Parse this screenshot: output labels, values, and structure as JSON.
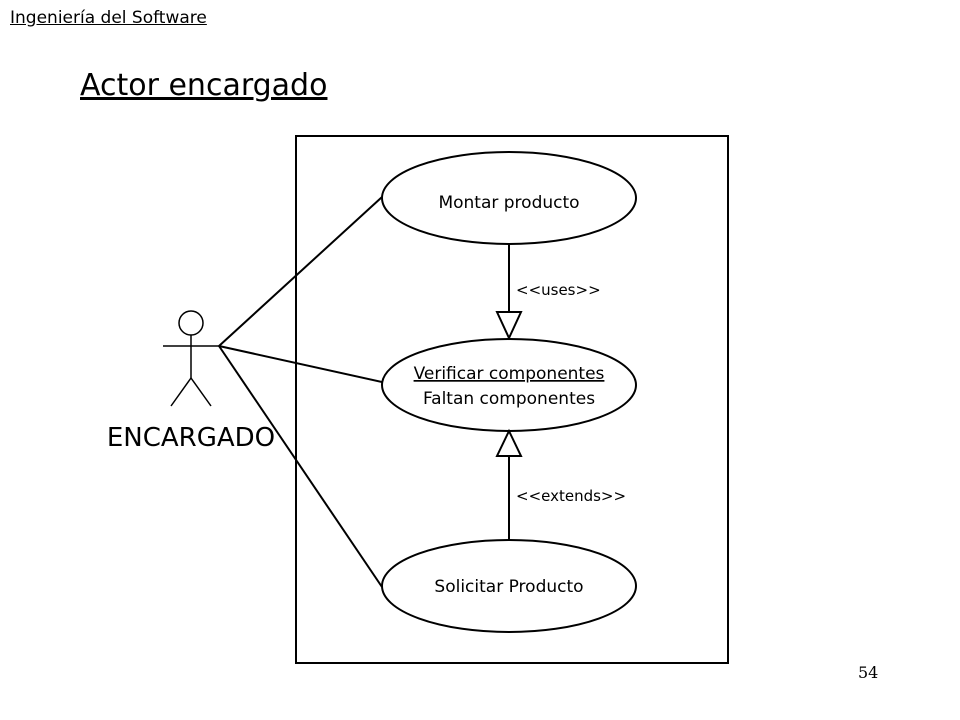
{
  "header": {
    "title": "Ingeniería del Software"
  },
  "slide": {
    "title": "Actor encargado",
    "page_number": "54"
  },
  "diagram": {
    "actor": {
      "name": "ENCARGADO"
    },
    "use_cases": {
      "montar": {
        "label": "Montar producto"
      },
      "verificar": {
        "label_line1": "Verificar componentes",
        "label_line2": "Faltan componentes"
      },
      "solicitar": {
        "label": "Solicitar Producto"
      }
    },
    "relations": {
      "uses": "<<uses>>",
      "extends": "<<extends>>"
    },
    "colors": {
      "stroke": "#000000",
      "background": "#ffffff"
    }
  }
}
